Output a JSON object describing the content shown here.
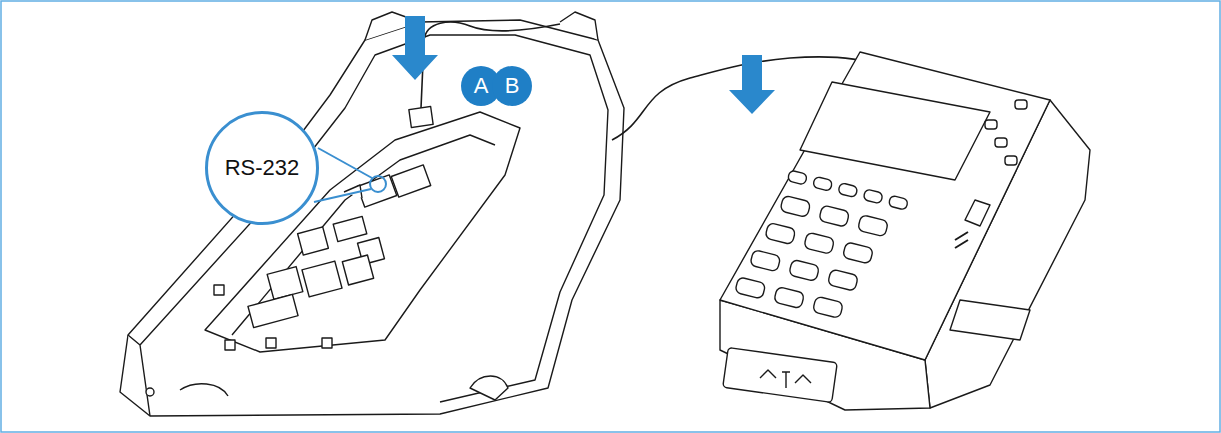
{
  "diagram": {
    "nodes": [
      {
        "text": [
          "A"
        ]
      },
      {
        "text": [
          "B"
        ]
      },
      {
        "text": [
          "RS-232"
        ]
      }
    ]
  }
}
